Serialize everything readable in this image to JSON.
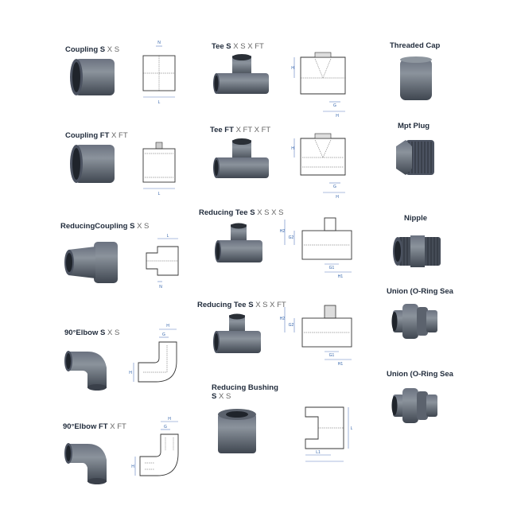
{
  "colors": {
    "pvc_dark": "#4b5563",
    "pvc_mid": "#6b7280",
    "pvc_light": "#9aa3ad",
    "dimension_blue": "#2d5fa8"
  },
  "products": [
    {
      "id": "coupling-sxs",
      "name": "Coupling S",
      "suffix": "X S",
      "dims": [
        "N",
        "L"
      ]
    },
    {
      "id": "coupling-ftxft",
      "name": "Coupling FT",
      "suffix": "X FT",
      "dims": [
        "L"
      ]
    },
    {
      "id": "reducing-coupling",
      "name": "ReducingCoupling S",
      "suffix": "X S",
      "dims": [
        "L",
        "N"
      ]
    },
    {
      "id": "elbow-90-sxs",
      "name": "90°Elbow S",
      "suffix": "X S",
      "dims": [
        "H",
        "G",
        "H"
      ]
    },
    {
      "id": "elbow-90-ftxft",
      "name": "90°Elbow FT",
      "suffix": "X FT",
      "dims": [
        "H",
        "G",
        "H"
      ]
    },
    {
      "id": "tee-sxsxft",
      "name": "Tee S",
      "suffix": "X S X FT",
      "dims": [
        "H",
        "G",
        "H"
      ]
    },
    {
      "id": "tee-ftxftxft",
      "name": "Tee FT",
      "suffix": "X FT X FT",
      "dims": [
        "H",
        "G",
        "H"
      ]
    },
    {
      "id": "reducing-tee-sxsxs",
      "name": "Reducing Tee S",
      "suffix": "X S X S",
      "dims": [
        "H2",
        "G2",
        "G1",
        "H1"
      ]
    },
    {
      "id": "reducing-tee-sxsxft",
      "name": "Reducing Tee S",
      "suffix": "X S X FT",
      "dims": [
        "H2",
        "G2",
        "G1",
        "H1"
      ]
    },
    {
      "id": "reducing-bushing",
      "name": "Reducing Bushing",
      "line2": "S",
      "suffix": "X S",
      "dims": [
        "L",
        "L1"
      ]
    },
    {
      "id": "threaded-cap",
      "name": "Threaded Cap"
    },
    {
      "id": "mpt-plug",
      "name": "Mpt Plug"
    },
    {
      "id": "nipple",
      "name": "Nipple"
    },
    {
      "id": "union-1",
      "name": "Union (O-Ring Sea"
    },
    {
      "id": "union-2",
      "name": "Union (O-Ring Sea"
    }
  ]
}
